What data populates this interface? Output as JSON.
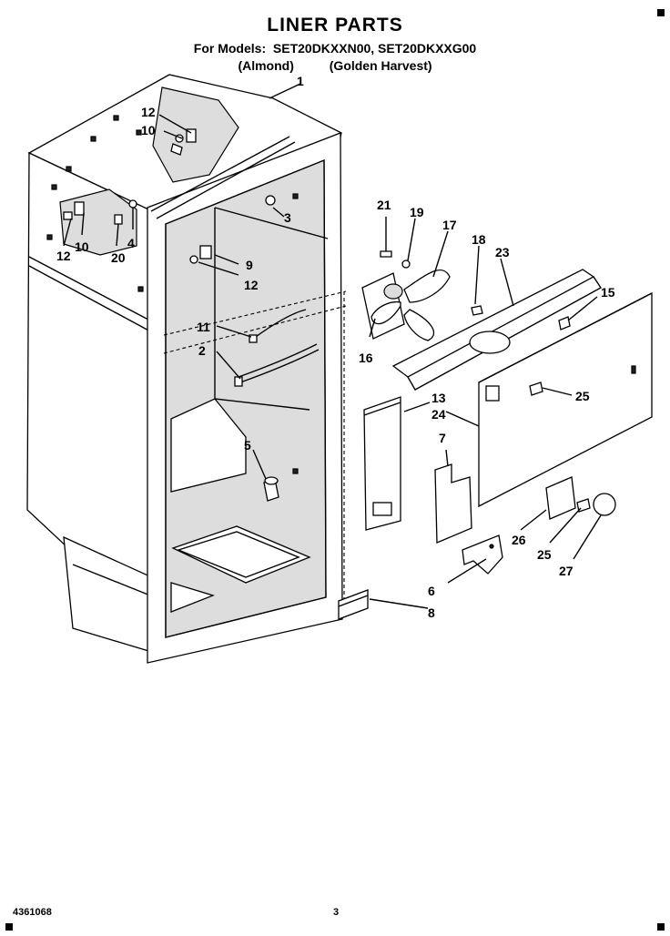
{
  "header": {
    "title": "LINER PARTS",
    "models_line": "For Models:  SET20DKXXN00, SET20DKXXG00",
    "colors_line": "(Almond)          (Golden Harvest)"
  },
  "callouts": {
    "c1": "1",
    "c2": "2",
    "c3": "3",
    "c4": "4",
    "c5": "5",
    "c6": "6",
    "c7": "7",
    "c8": "8",
    "c9": "9",
    "c10a": "10",
    "c10b": "10",
    "c11": "11",
    "c12a": "12",
    "c12b": "12",
    "c12c": "12",
    "c13": "13",
    "c15": "15",
    "c16": "16",
    "c17": "17",
    "c18": "18",
    "c19": "19",
    "c20": "20",
    "c21": "21",
    "c23": "23",
    "c24": "24",
    "c25a": "25",
    "c25b": "25",
    "c26": "26",
    "c27": "27"
  },
  "footer": {
    "doc_number": "4361068",
    "page_number": "3"
  }
}
